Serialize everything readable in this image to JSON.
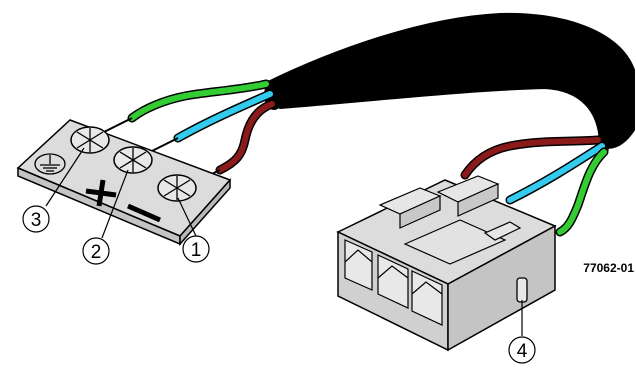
{
  "figure": {
    "figure_id": "77062-01",
    "colors": {
      "cable_jacket": "#000000",
      "wire_green": "#33cc33",
      "wire_cyan": "#33ccee",
      "wire_red": "#8b1a1a",
      "connector_fill": "#dcdcdc",
      "terminal_block_fill": "#dcdcdc",
      "outline": "#000000"
    }
  },
  "terminal_block": {
    "polarity_plus": "+",
    "polarity_minus": "−",
    "ground_icon": "ground-symbol-icon",
    "screw_icon": "phillips-screw-icon"
  },
  "callouts": [
    {
      "label": "1",
      "target": "negative-terminal-screw"
    },
    {
      "label": "2",
      "target": "positive-terminal-screw"
    },
    {
      "label": "3",
      "target": "ground-terminal-screw"
    },
    {
      "label": "4",
      "target": "connector-latch"
    }
  ]
}
